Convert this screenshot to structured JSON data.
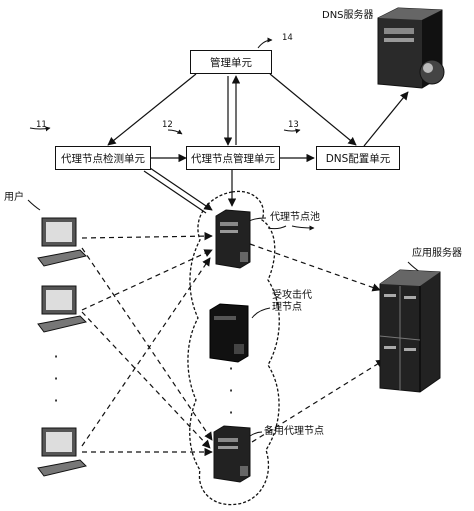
{
  "boxes": {
    "management": "管理单元",
    "detection": "代理节点检测单元",
    "proxy_mgmt": "代理节点管理单元",
    "dns_config": "DNS配置单元"
  },
  "refs": {
    "management": "14",
    "detection": "11",
    "proxy_mgmt": "12",
    "dns_config": "13"
  },
  "labels": {
    "dns_server": "DNS服务器",
    "user": "用户",
    "proxy_pool": "代理节点池",
    "attacked_node": "受攻击代\n理节点",
    "backup_node": "备用代理节点",
    "app_server": "应用服务器"
  },
  "dots": "·\n·\n·"
}
